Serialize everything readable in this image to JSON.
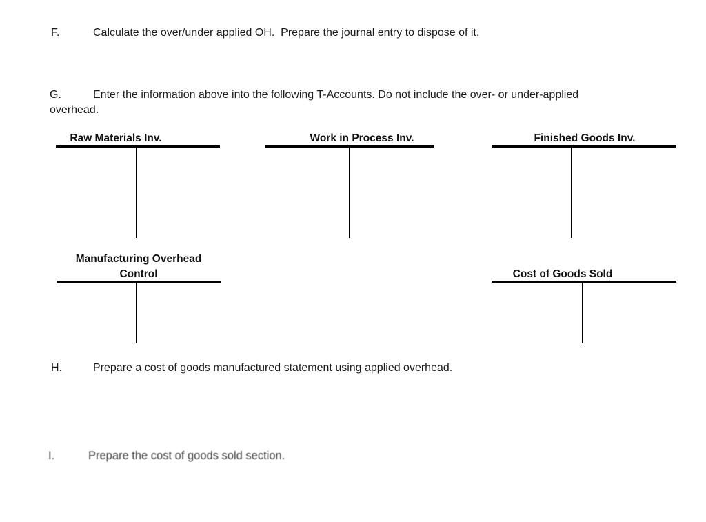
{
  "page": {
    "background": "#ffffff",
    "text_color": "#1c1c1c",
    "line_color": "#000000"
  },
  "items": [
    {
      "label": "F.",
      "text": "Calculate the over/under applied OH.  Prepare the journal entry to dispose of it."
    },
    {
      "label": "G.",
      "line1": "Enter the information above into the following T-Accounts. Do not include the over- or under-applied",
      "line2": "overhead."
    },
    {
      "label": "H.",
      "text": "Prepare a cost of goods manufactured statement using applied overhead."
    },
    {
      "label": "I.",
      "text": "Prepare the cost of goods sold section."
    }
  ],
  "t_accounts": [
    {
      "title": "Raw Materials Inv."
    },
    {
      "title": "Work in Process Inv."
    },
    {
      "title": "Finished Goods Inv."
    },
    {
      "title_line1": "Manufacturing Overhead",
      "title_line2": "Control"
    },
    {
      "title": "Cost of Goods Sold"
    }
  ]
}
